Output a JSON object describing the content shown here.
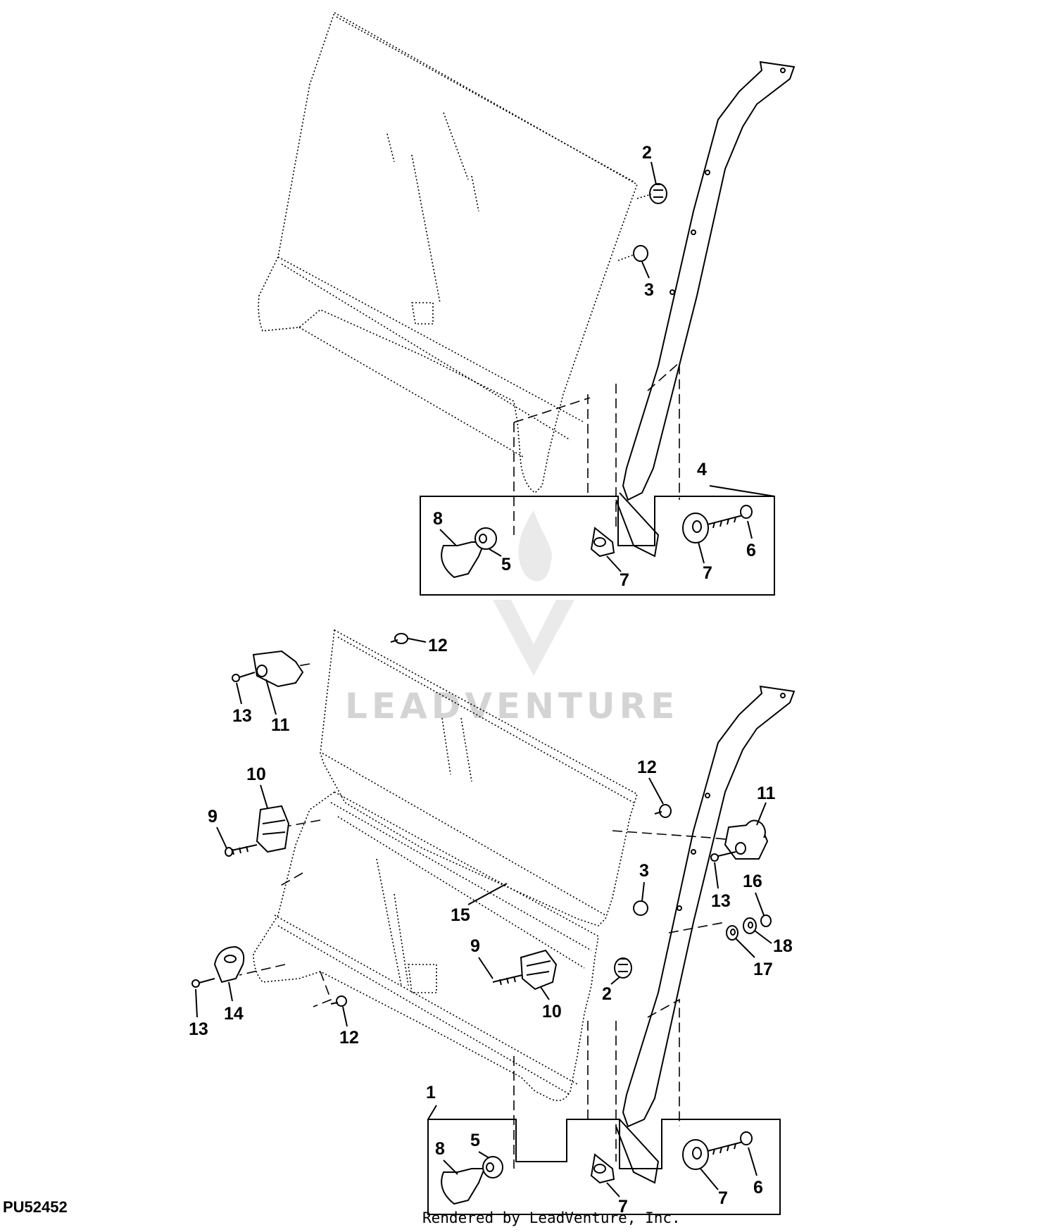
{
  "diagram": {
    "id": "PU52452",
    "credit": "Rendered by LeadVenture, Inc.",
    "watermark": "LEADVENTURE",
    "top_view": {
      "kit_callout": "4",
      "callouts": [
        "2",
        "3",
        "8",
        "5",
        "7",
        "7",
        "6"
      ]
    },
    "bottom_view": {
      "kit_callout": "1",
      "callouts": [
        "12",
        "13",
        "11",
        "10",
        "9",
        "12",
        "11",
        "3",
        "13",
        "16",
        "18",
        "17",
        "15",
        "9",
        "2",
        "10",
        "14",
        "13",
        "12",
        "8",
        "5",
        "7",
        "7",
        "6"
      ]
    }
  }
}
